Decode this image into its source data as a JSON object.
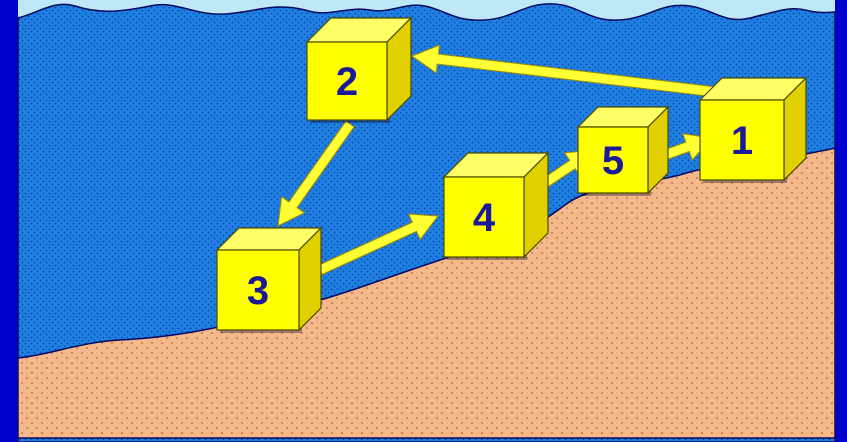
{
  "colors": {
    "frame": "#0000cc",
    "sky": "#bfe8f6",
    "water": "#1f7fe0",
    "water_dots": "#0a3fa8",
    "sediment": "#f4b98b",
    "sediment_dots": "#c0603a",
    "box_front": "#ffff00",
    "box_top": "#ffff66",
    "box_side": "#e0d000",
    "box_edge": "#4a4a00",
    "arrow": "#ffff33",
    "label": "#1a1a99"
  },
  "boxes": [
    {
      "id": "1",
      "label": "1"
    },
    {
      "id": "2",
      "label": "2"
    },
    {
      "id": "3",
      "label": "3"
    },
    {
      "id": "4",
      "label": "4"
    },
    {
      "id": "5",
      "label": "5"
    }
  ],
  "arrows": [
    {
      "from": "1",
      "to": "2"
    },
    {
      "from": "2",
      "to": "3"
    },
    {
      "from": "3",
      "to": "4"
    },
    {
      "from": "4",
      "to": "5"
    },
    {
      "from": "5",
      "to": "1"
    }
  ]
}
